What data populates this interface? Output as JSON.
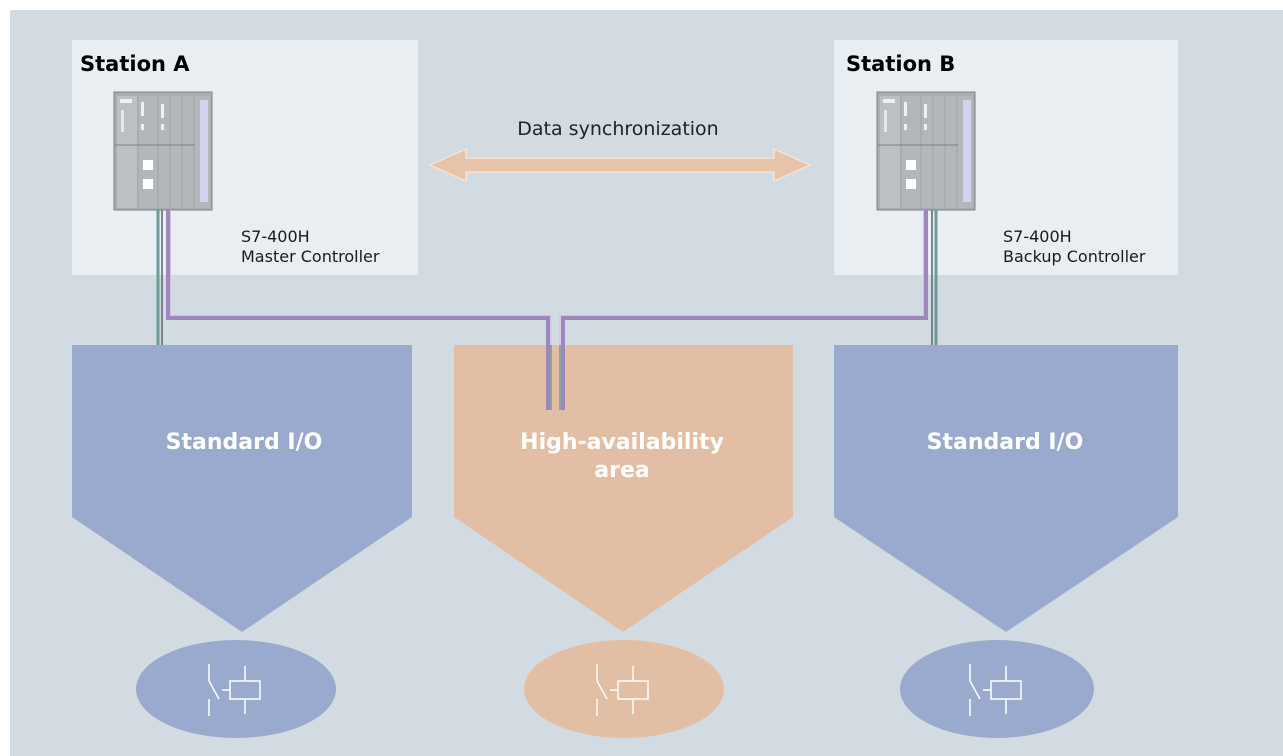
{
  "station_a": {
    "title": "Station A",
    "model": "S7-400H",
    "role": "Master Controller"
  },
  "station_b": {
    "title": "Station B",
    "model": "S7-400H",
    "role": "Backup Controller"
  },
  "sync": {
    "label": "Data synchronization"
  },
  "areas": {
    "left": {
      "label": "Standard I/O"
    },
    "center": {
      "line1": "High-availability",
      "line2": "area"
    },
    "right": {
      "label": "Standard I/O"
    }
  },
  "colors": {
    "background": "#d3dbe2",
    "station_panel": "#e8eef1",
    "standard_io": "#9aa9ce",
    "high_availability": "#e2bfa4",
    "sync_arrow": "#e6c3a9",
    "cable_purple": "#9f86bf",
    "cable_teal": "#6f9a9b"
  }
}
